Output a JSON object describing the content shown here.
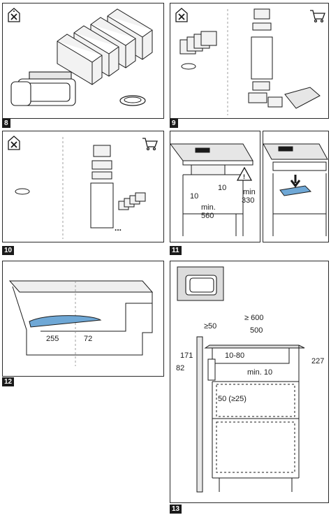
{
  "steps": {
    "s8": {
      "number": "8"
    },
    "s9": {
      "number": "9"
    },
    "s10": {
      "number": "10"
    },
    "s11": {
      "number": "11",
      "dims": {
        "offset_left": "10",
        "offset_right": "10",
        "min_width_label": "min.",
        "min_width_value": "560",
        "min_height_label": "min",
        "min_height_value": "330"
      }
    },
    "s12": {
      "number": "12",
      "dims": {
        "left": "255",
        "right": "72"
      }
    },
    "s13": {
      "number": "13",
      "dims": {
        "total": "≥ 600",
        "front": "≥50",
        "width": "500",
        "gap": "10-80",
        "top": "171",
        "bottom": "82",
        "height": "227",
        "min_gap": "min. 10",
        "wall": "50 (≥25)"
      }
    }
  },
  "icons": [
    "no-recirculation-icon",
    "shopping-cart-icon",
    "warning-icon"
  ],
  "colors": {
    "accent": "#6fa8d6",
    "line": "#1a1a1a",
    "shade": "#d9d9d9"
  }
}
